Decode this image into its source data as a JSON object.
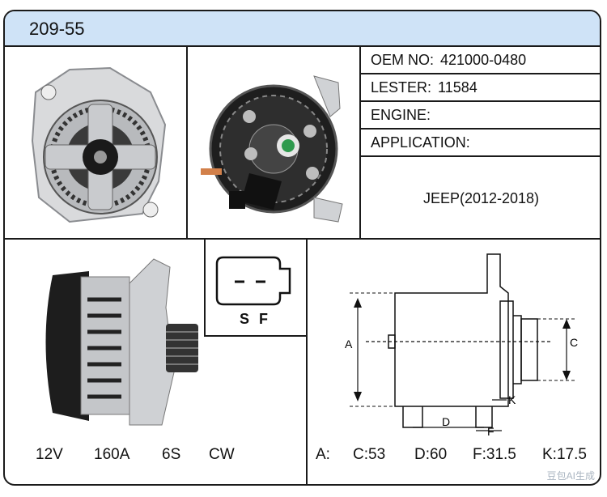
{
  "title": "209-55",
  "specs": {
    "oem": {
      "label": "OEM NO:",
      "value": "421000-0480"
    },
    "lester": {
      "label": "LESTER:",
      "value": "11584"
    },
    "engine": {
      "label": "ENGINE:",
      "value": ""
    },
    "application": {
      "label": "APPLICATION:",
      "value": "JEEP(2012-2018)"
    }
  },
  "connector": {
    "pin1": "S",
    "pin2": "F"
  },
  "electrical": {
    "voltage": "12V",
    "amperage": "160A",
    "pulley": "6S",
    "rotation": "CW"
  },
  "dimensions": {
    "a": "A:",
    "c": "C:53",
    "d": "D:60",
    "f": "F:31.5",
    "k": "K:17.5",
    "diagram_labels": {
      "a": "A",
      "c": "C",
      "d": "D",
      "f": "F",
      "k": "K"
    }
  },
  "watermark": "豆包AI生成"
}
